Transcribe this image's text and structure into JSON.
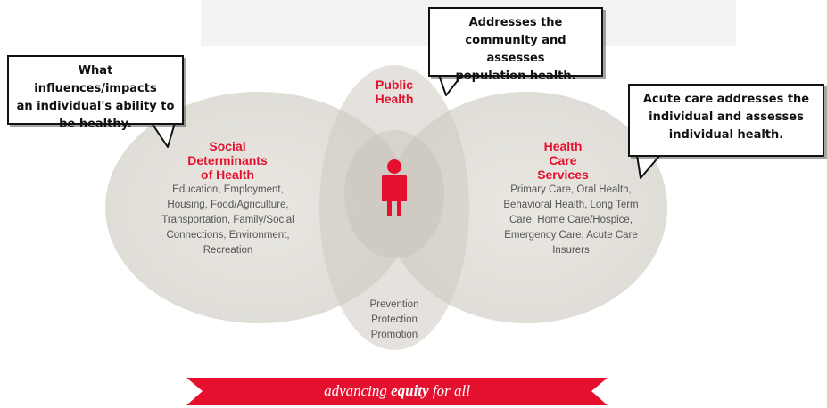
{
  "callouts": {
    "left": [
      "What influences/impacts",
      "an individual's ability to",
      "be healthy."
    ],
    "top": [
      "Addresses the",
      "community and assesses",
      "population health."
    ],
    "right": [
      "Acute care addresses the",
      "individual and assesses",
      "individual health."
    ]
  },
  "public_health": {
    "heading": [
      "Public",
      "Health"
    ]
  },
  "social_determinants": {
    "heading": [
      "Social",
      "Determinants",
      "of Health"
    ],
    "items": [
      "Education, Employment,",
      "Housing, Food/Agriculture,",
      "Transportation, Family/Social",
      "Connections, Environment,",
      "Recreation"
    ]
  },
  "health_care": {
    "heading": [
      "Health",
      "Care",
      "Services"
    ],
    "items": [
      "Primary Care, Oral Health,",
      "Behavioral Health, Long Term",
      "Care, Home Care/Hospice,",
      "Emergency Care, Acute Care",
      "Insurers"
    ]
  },
  "center": {
    "items": [
      "Prevention",
      "Protection",
      "Promotion"
    ]
  },
  "banner": {
    "prefix": "advancing ",
    "emphasis": "equity",
    "suffix": " for all"
  },
  "colors": {
    "accent_red": "#e5102e",
    "circle_fill": "#d3d0c8",
    "body_text": "#555555"
  },
  "icons": {
    "person": "person-icon"
  }
}
